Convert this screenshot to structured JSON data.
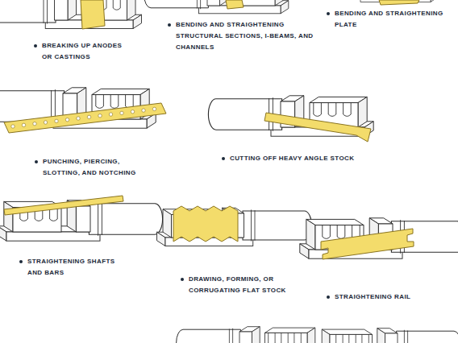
{
  "diagram": {
    "labels": [
      "BREAKING UP ANODES OR CASTINGS",
      "BENDING AND STRAIGHTENING STRUCTURAL SECTIONS, I-BEAMS, AND CHANNELS",
      "BENDING AND STRAIGHTENING PLATE",
      "PUNCHING, PIERCING, SLOTTING, AND NOTCHING",
      "CUTTING OFF HEAVY ANGLE STOCK",
      "STRAIGHTENING SHAFTS AND BARS",
      "DRAWING, FORMING, OR CORRUGATING FLAT STOCK",
      "STRAIGHTENING RAIL"
    ]
  }
}
